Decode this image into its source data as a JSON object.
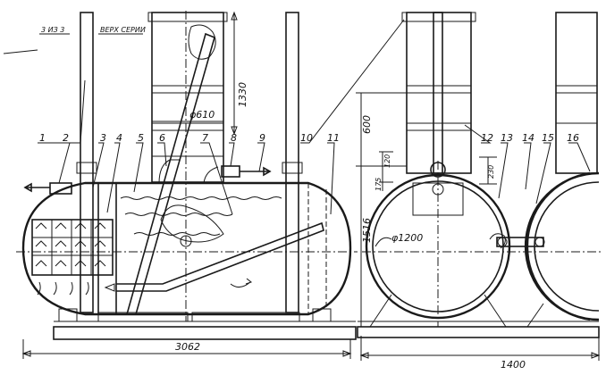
{
  "header_notes": {
    "left": "3 ИЗ 3",
    "right": "ВЕРХ СЕРИИ"
  },
  "callouts": [
    "1",
    "2",
    "3",
    "4",
    "5",
    "6",
    "7",
    "8",
    "9",
    "10",
    "11",
    "12",
    "13",
    "14",
    "15",
    "16"
  ],
  "dimensions": {
    "overall_length": "3062",
    "overall_width": "1400",
    "tower_height": "1330",
    "tower_diameter": "φ610",
    "tank_diameter": "φ1200",
    "side_height": "1516",
    "upper_height": "600",
    "neck_a": "120",
    "neck_b": "175",
    "hatch_height": "230"
  }
}
